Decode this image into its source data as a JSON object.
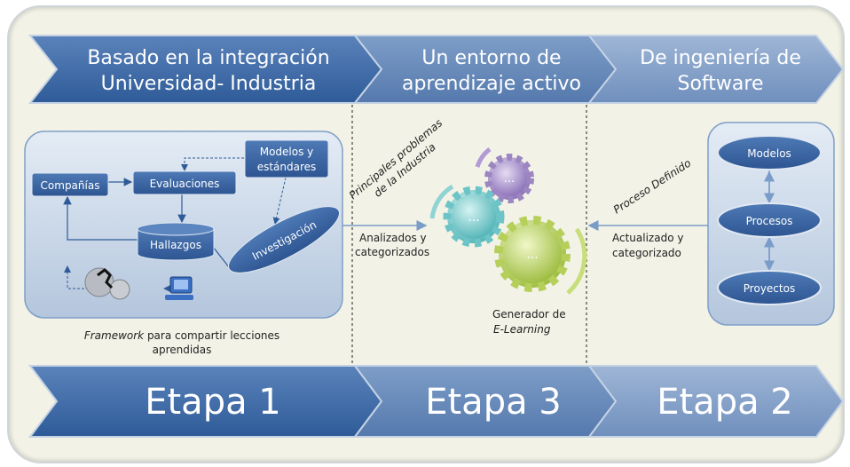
{
  "header": {
    "stage_titles": [
      {
        "line1": "Basado en la integración",
        "line2": "Universidad- Industria"
      },
      {
        "line1": "Un entorno de",
        "line2": "aprendizaje activo"
      },
      {
        "line1": "De ingeniería de",
        "line2": "Software"
      }
    ]
  },
  "footer": {
    "stages": [
      "Etapa 1",
      "Etapa 3",
      "Etapa 2"
    ]
  },
  "left_panel": {
    "boxes": {
      "companias": "Compañías",
      "evaluaciones": "Evaluaciones",
      "modelos_line1": "Modelos y",
      "modelos_line2": "estándares",
      "hallazgos": "Hallazgos",
      "investigacion": "Investigación"
    },
    "caption_italic": "Framework",
    "caption_rest": " para compartir lecciones",
    "caption_line2": "aprendidas"
  },
  "middle": {
    "rotated_line1": "Principales problemas",
    "rotated_line2": "de la Industria",
    "analyzed_line1": "Analizados y",
    "analyzed_line2": "categorizados",
    "gear_label": "...",
    "generator_line1": "Generador de",
    "generator_line2": "E-Learning"
  },
  "right": {
    "rotated_label": "Proceso Definido",
    "updated_line1": "Actualizado y",
    "updated_line2": "categorizado",
    "nodes": [
      "Modelos",
      "Procesos",
      "Proyectos"
    ]
  },
  "colors": {
    "chevron_blue": "#3d6aa3",
    "panel_blue": "#b7c9e0",
    "node_blue": "#3a63a0",
    "gear_teal": "#7fd0d0",
    "gear_green": "#c5dc6e",
    "gear_purple": "#a78ec8"
  }
}
